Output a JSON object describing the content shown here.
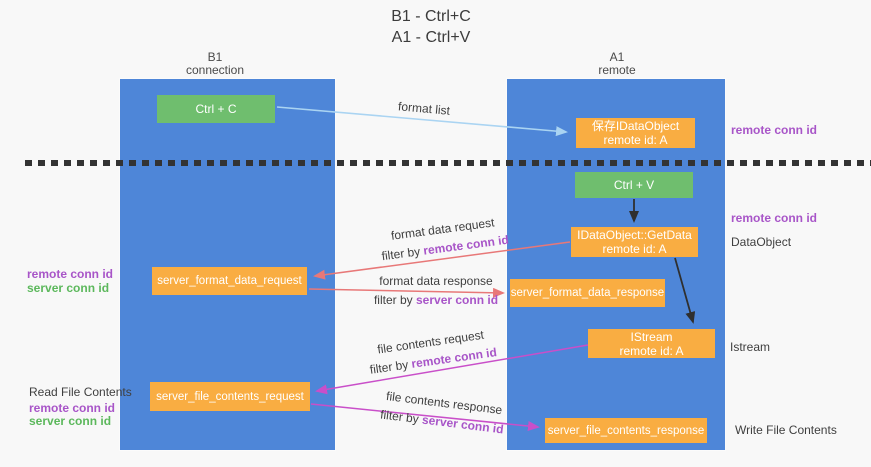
{
  "title": {
    "line1": "B1 - Ctrl+C",
    "line2": "A1 - Ctrl+V"
  },
  "lanes": {
    "left_name": "B1",
    "left_role": "connection",
    "right_name": "A1",
    "right_role": "remote"
  },
  "boxes": {
    "ctrl_c": "Ctrl + C",
    "ctrl_v": "Ctrl + V",
    "save_line1": "保存IDataObject",
    "save_line2": "remote id: A",
    "getdata_line1": "IDataObject::GetData",
    "getdata_line2": "remote id: A",
    "istream_line1": "IStream",
    "istream_line2": "remote id: A",
    "format_request": "server_format_data_request",
    "format_response": "server_format_data_response",
    "file_request": "server_file_contents_request",
    "file_response": "server_file_contents_response"
  },
  "labels": {
    "format_list": "format list",
    "fdr": "format data request",
    "fdr_filter": "filter by",
    "fdr_key": "remote conn id",
    "fdresp": "format data response",
    "fdresp_filter": "filter by",
    "fdresp_key": "server conn id",
    "fcr": "file contents request",
    "fcr_filter": "filter by",
    "fcr_key": "remote conn id",
    "fcresp": "file contents response",
    "fcresp_filter": "filter by",
    "fcresp_key": "server conn id"
  },
  "annotations": {
    "remote_conn_right_top": "remote conn id",
    "remote_conn_right_mid": "remote conn id",
    "dataobject": "DataObject",
    "istream": "Istream",
    "write_file": "Write File Contents",
    "remote_conn_left_mid": "remote conn id",
    "server_conn_left_mid": "server conn id",
    "read_file": "Read File Contents",
    "remote_conn_left_bottom": "remote conn id",
    "server_conn_left_bottom": "server conn id"
  },
  "colors": {
    "lane_blue": "#4e86d8",
    "box_green": "#6fbe6e",
    "box_orange": "#f9ad42",
    "arrow_light_blue": "#aad4f2",
    "arrow_salmon": "#e87878",
    "arrow_magenta": "#c94fc9",
    "arrow_black": "#2f2f2f",
    "text_purple": "#a855c8",
    "text_green": "#5cb85c"
  }
}
